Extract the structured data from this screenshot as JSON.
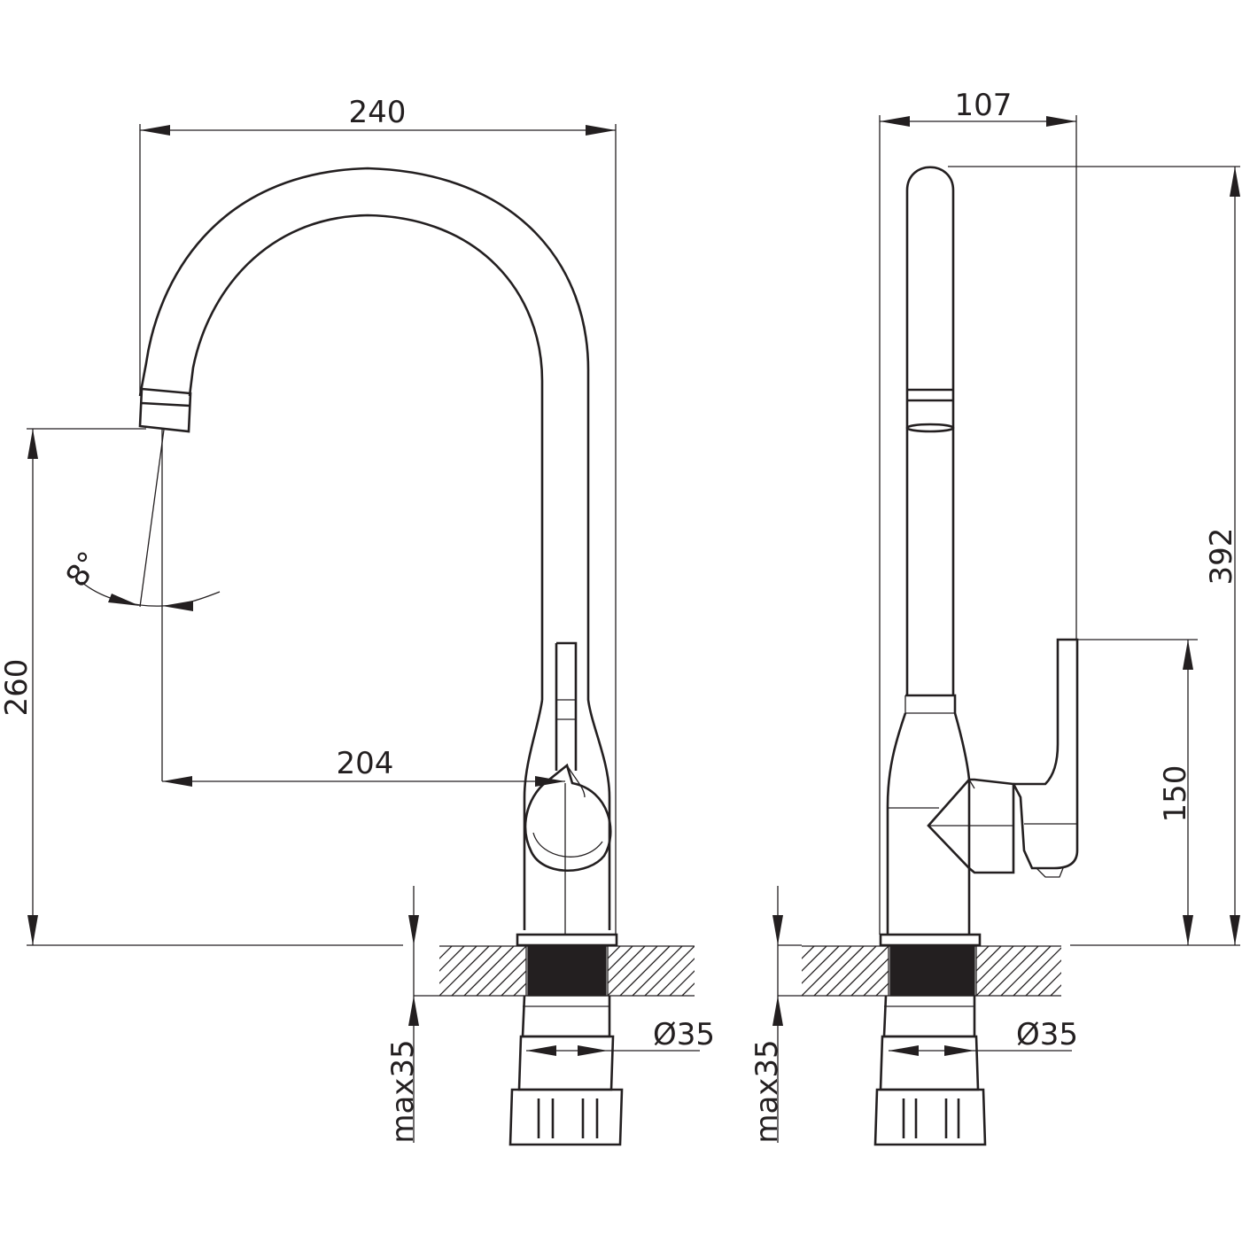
{
  "dimensions": {
    "front_width": "240",
    "front_height": "260",
    "front_reach": "204",
    "angle": "8°",
    "front_max_thickness": "max35",
    "front_hole_diameter": "Ø35",
    "side_width": "107",
    "side_total_height": "392",
    "side_lever_height": "150",
    "side_max_thickness": "max35",
    "side_hole_diameter": "Ø35"
  },
  "colors": {
    "line": "#231f20",
    "background": "#ffffff"
  }
}
